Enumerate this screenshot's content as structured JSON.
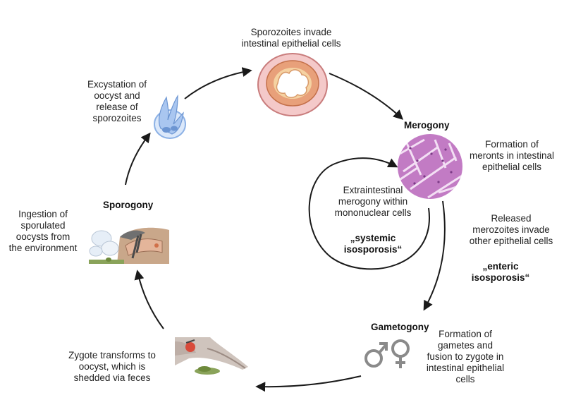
{
  "labels": {
    "sporozoites_invade": "Sporozoites invade\nintestinal epithelial cells",
    "excystation": "Excystation of\noocyst and\nrelease of\nsporozoites",
    "merogony": "Merogony",
    "meronts": "Formation of\nmeronts in intestinal\nepithelial cells",
    "extraintestinal": "Extraintestinal\nmerogony within\nmononuclear cells",
    "systemic": "„systemic\nisosporosis“",
    "released": "Released\nmerozoites  invade\nother epithelial cells",
    "enteric": "„enteric\nisosporosis“",
    "sporogony": "Sporogony",
    "ingestion": "Ingestion of\nsporulated\noocysts from\nthe environment",
    "gametogony": "Gametogony",
    "gametes": "Formation of\ngametes and\nfusion to zygote in\nintestinal epithelial\ncells",
    "zygote": "Zygote transforms to\noocyst, which is\nshedded via feces"
  },
  "icons": {
    "intestine_cross_section": "intestine-cross-section-icon",
    "oocyst": "oocyst-icon",
    "histology": "histology-icon",
    "gender_symbols": "male-female-symbols-icon",
    "cat_ingestion": "cat-ingestion-icon",
    "cat_feces": "cat-feces-icon"
  },
  "colors": {
    "arrow": "#1a1a1a",
    "gender_symbol": "#8a8a8a",
    "histology": "#c27bc4",
    "oocyst": "#8db2e6",
    "intestine": "#e8a07a"
  }
}
